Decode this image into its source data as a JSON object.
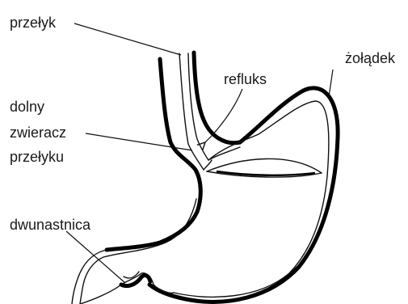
{
  "labels": {
    "esophagus": "przełyk",
    "stomach": "żołądek",
    "reflux": "refluks",
    "sphincter_line1": "dolny",
    "sphincter_line2": "zwieracz",
    "sphincter_line3": "przełyku",
    "duodenum": "dwunastnica"
  },
  "colors": {
    "background": "#ffffff",
    "outline": "#000000",
    "text": "#1a1a1a"
  }
}
